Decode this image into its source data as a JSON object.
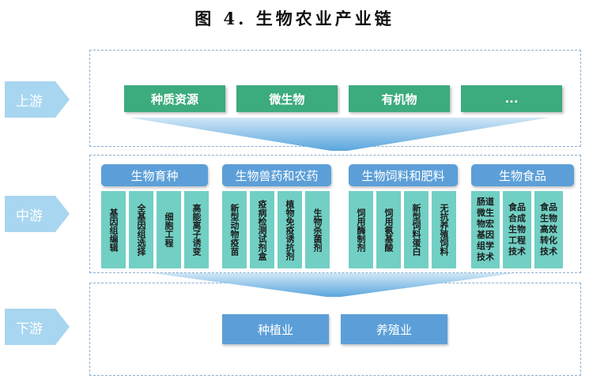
{
  "title": "图 4. 生物农业产业链",
  "stages": {
    "upstream": "上游",
    "midstream": "中游",
    "downstream": "下游"
  },
  "upstream_boxes": [
    "种质资源",
    "微生物",
    "有机物",
    "..."
  ],
  "midstream_groups": [
    {
      "title": "生物育种",
      "items": [
        "基因组编辑",
        "全基因组选择",
        "细胞工程",
        "高能离子诱变"
      ]
    },
    {
      "title": "生物兽药和农药",
      "items": [
        "新型动物疫苗",
        "疫病检测试剂盒",
        "植物免疫诱抗剂",
        "生物杀菌剂"
      ]
    },
    {
      "title": "生物饲料和肥料",
      "items": [
        "饲用酶制剂",
        "饲用氨基酸",
        "新型饲料蛋白",
        "无抗养殖饲料"
      ]
    },
    {
      "title": "生物食品",
      "items": [
        "肠道微生物宏基因组学技术",
        "食品合成生物工程技术",
        "食品生物高效转化技术"
      ]
    }
  ],
  "downstream_boxes": [
    "种植业",
    "养殖业"
  ],
  "colors": {
    "upstream": "#3cab7d",
    "header": "#5c9fd8",
    "item": "#72cfc4",
    "stage": "#a8d6f0"
  }
}
